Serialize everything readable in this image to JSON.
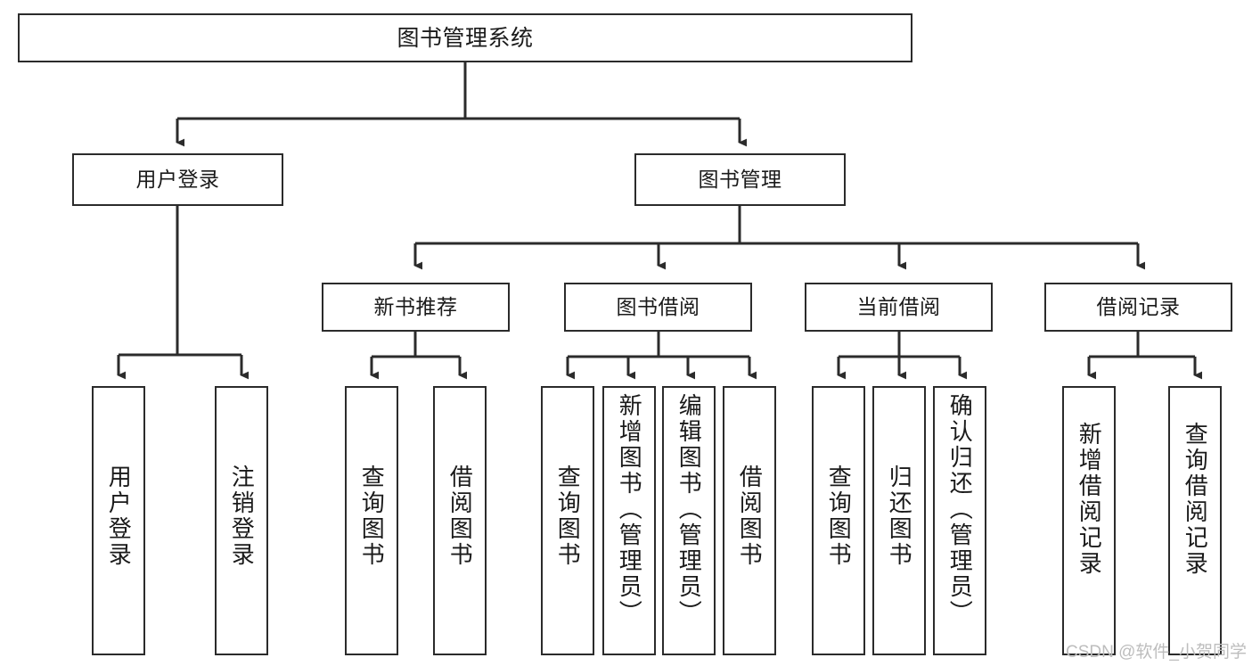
{
  "diagram": {
    "type": "tree",
    "title": "图书管理系统",
    "orientation": "top-down",
    "colors": {
      "box_border": "#2b2b2b",
      "box_fill": "#ffffff",
      "edge": "#2b2b2b",
      "text": "#1a1a1a",
      "watermark": "#bdbdbd",
      "background": "#ffffff"
    }
  },
  "nodes": {
    "root": {
      "label": "图书管理系统"
    },
    "level1": [
      {
        "id": "user-login",
        "label": "用户登录"
      },
      {
        "id": "book-manage",
        "label": "图书管理"
      }
    ],
    "level2": [
      {
        "id": "new-book-recommend",
        "label": "新书推荐"
      },
      {
        "id": "book-borrow",
        "label": "图书借阅"
      },
      {
        "id": "current-borrow",
        "label": "当前借阅"
      },
      {
        "id": "borrow-record",
        "label": "借阅记录"
      }
    ],
    "leaves": [
      {
        "id": "leaf-user-login",
        "label": "用户登录",
        "parent": "user-login"
      },
      {
        "id": "leaf-logout-login",
        "label": "注销登录",
        "parent": "user-login"
      },
      {
        "id": "leaf-query-book-1",
        "label": "查询图书",
        "parent": "new-book-recommend"
      },
      {
        "id": "leaf-borrow-book-1",
        "label": "借阅图书",
        "parent": "new-book-recommend"
      },
      {
        "id": "leaf-query-book-2",
        "label": "查询图书",
        "parent": "book-borrow"
      },
      {
        "id": "leaf-add-book",
        "label": "新增图书（管理员）",
        "parent": "book-borrow"
      },
      {
        "id": "leaf-edit-book",
        "label": "编辑图书（管理员）",
        "parent": "book-borrow"
      },
      {
        "id": "leaf-borrow-book-2",
        "label": "借阅图书",
        "parent": "book-borrow"
      },
      {
        "id": "leaf-query-book-3",
        "label": "查询图书",
        "parent": "current-borrow"
      },
      {
        "id": "leaf-return-book",
        "label": "归还图书",
        "parent": "current-borrow"
      },
      {
        "id": "leaf-confirm-return",
        "label": "确认归还（管理员）",
        "parent": "current-borrow"
      },
      {
        "id": "leaf-add-record",
        "label": "新增借阅记录",
        "parent": "borrow-record"
      },
      {
        "id": "leaf-query-record",
        "label": "查询借阅记录",
        "parent": "borrow-record"
      }
    ]
  },
  "watermark": {
    "text": "CSDN @软件_小贺同学"
  }
}
